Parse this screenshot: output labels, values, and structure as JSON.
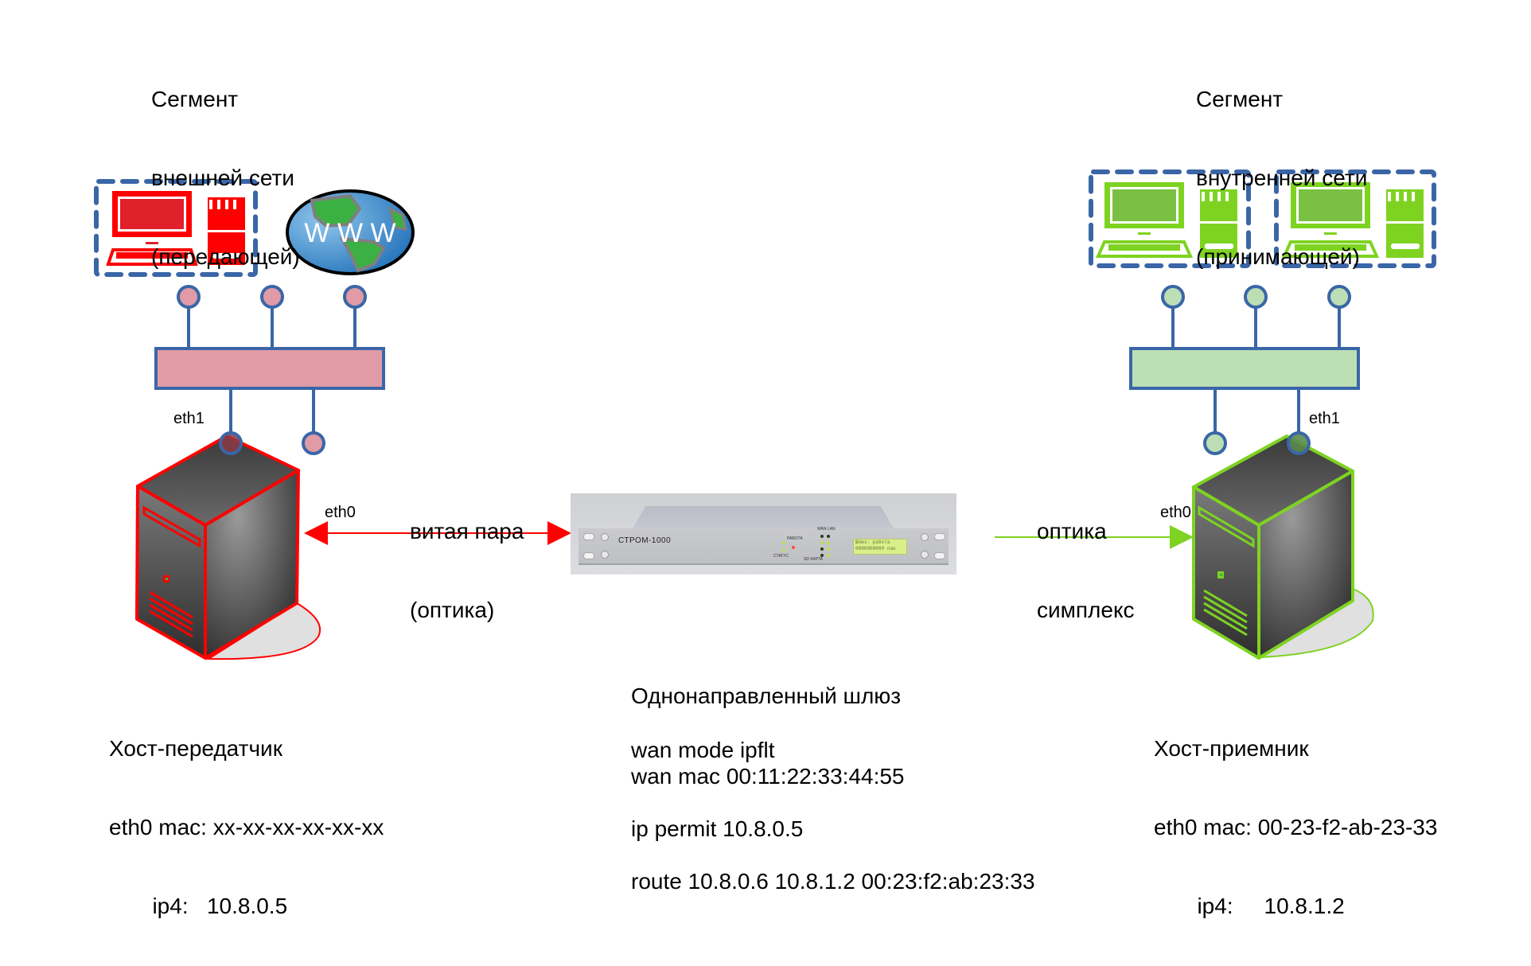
{
  "segments": {
    "external": {
      "lines": [
        "Сегмент",
        "внешней сети",
        "(передающей)"
      ],
      "color": "#ff0000"
    },
    "internal": {
      "lines": [
        "Сегмент",
        "внутренней сети",
        "(принимающей)"
      ],
      "color": "#7ed321"
    }
  },
  "globe": {
    "label": "W W W"
  },
  "interfaces": {
    "left_eth1": "eth1",
    "left_eth0": "eth0",
    "right_eth1": "eth1",
    "right_eth0": "eth0"
  },
  "links": {
    "left": {
      "lines": [
        "витая пара",
        "(оптика)"
      ],
      "color": "#ff0000"
    },
    "right": {
      "lines": [
        "оптика",
        "симплекс"
      ],
      "color": "#7ed321"
    }
  },
  "device": {
    "model": "СТРОМ-1000",
    "lcd_line1": "Шлюз: работа",
    "lcd_line2": "0000000000 пак",
    "label_work": "РАБОТА",
    "label_status": "СТАТУС",
    "label_sd": "SD КАРТА",
    "label_wanlan": "WAN  LAN"
  },
  "hosts": {
    "transmitter": {
      "title": "Хост-передатчик",
      "mac_line": "eth0 mac: xx-xx-xx-xx-xx-xx",
      "ip_line": "       ip4:   10.8.0.5"
    },
    "receiver": {
      "title": "Хост-приемник",
      "mac_line": "eth0 mac: 00-23-f2-ab-23-33",
      "ip_line": "       ip4:     10.8.1.2"
    }
  },
  "gateway": {
    "title": "Однонаправленный шлюз",
    "wan_mode": "wan mode ipflt",
    "wan_mac": "wan mac 00:11:22:33:44:55",
    "ip_permit": "ip permit 10.8.0.5",
    "route": "route 10.8.0.6 10.8.1.2 00:23:f2:ab:23:33"
  },
  "colors": {
    "port_border": "#3a66a7",
    "switch_external_fill": "#e09ba6",
    "switch_internal_fill": "#bcdeb4",
    "red": "#ff0000",
    "green": "#7ed321"
  }
}
